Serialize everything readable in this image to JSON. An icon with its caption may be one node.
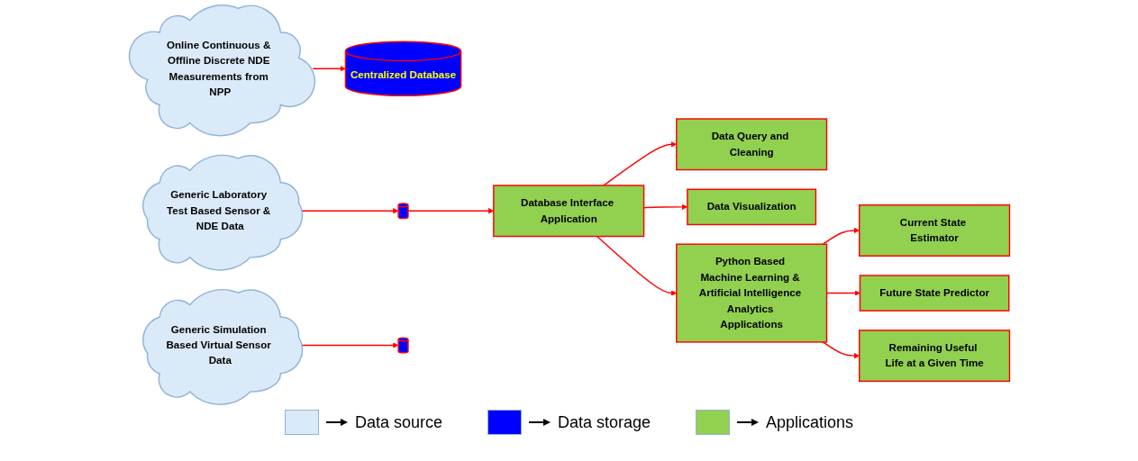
{
  "diagram": {
    "nodes": [
      {
        "text": [
          "Online Continuous & Offline Discrete NDE Measurements from NPP"
        ]
      },
      {
        "text": [
          "Generic Laboratory Test Based Sensor & NDE Data"
        ]
      },
      {
        "text": [
          "Generic Simulation Based Virtual Sensor Data"
        ]
      },
      {
        "text": [
          "Centralized Database"
        ]
      },
      {
        "text": [],
        "shape": "cylinder"
      },
      {
        "text": [],
        "shape": "cylinder"
      },
      {
        "text": [
          "Data Query and Cleaning"
        ]
      },
      {
        "text": [
          "Database Interface Application"
        ]
      },
      {
        "text": [
          "Data Visualization"
        ]
      },
      {
        "text": [
          "Current State Estimator"
        ]
      },
      {
        "text": [
          "Python Based Machine Learning & Artificial Intelligence Analytics Applications"
        ]
      },
      {
        "text": [
          "Future State Predictor"
        ]
      },
      {
        "text": [
          "Remaining Useful Life at a Given Time"
        ]
      }
    ],
    "edges": [
      {
        "from": 0,
        "to": 3,
        "arrow": "to"
      },
      {
        "from": 1,
        "to": 4,
        "arrow": "to"
      },
      {
        "from": 2,
        "to": 5,
        "arrow": "to"
      },
      {
        "from": 4,
        "to": 7,
        "arrow": "to"
      },
      {
        "from": 7,
        "to": 6,
        "arrow": "to"
      },
      {
        "from": 7,
        "to": 8,
        "arrow": "to"
      },
      {
        "from": 7,
        "to": 10,
        "arrow": "to"
      },
      {
        "from": 10,
        "to": 9,
        "arrow": "to"
      },
      {
        "from": 10,
        "to": 11,
        "arrow": "to"
      },
      {
        "from": 10,
        "to": 12,
        "arrow": "to"
      }
    ],
    "legend": [
      {
        "text": "Data source",
        "color": "#dbeaf8"
      },
      {
        "text": "Data storage",
        "color": "#0000ff"
      },
      {
        "text": "Applications",
        "color": "#92d050"
      }
    ]
  }
}
